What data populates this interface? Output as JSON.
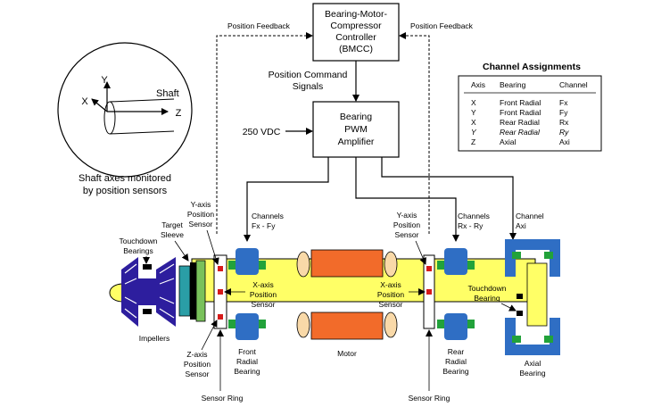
{
  "controller": {
    "lines": [
      "Bearing-Motor-",
      "Compressor",
      "Controller",
      "(BMCC)"
    ]
  },
  "amplifier": {
    "lines": [
      "Bearing",
      "PWM",
      "Amplifier"
    ]
  },
  "feedback_left": "Position Feedback",
  "feedback_right": "Position Feedback",
  "command_signals": [
    "Position Command",
    "Signals"
  ],
  "vdc": "250 VDC",
  "axes_circle": {
    "y": "Y",
    "x": "X",
    "z": "Z",
    "shaft": "Shaft",
    "caption": [
      "Shaft axes monitored",
      "by position sensors"
    ]
  },
  "channel_table": {
    "title": "Channel Assignments",
    "headers": [
      "Axis",
      "Bearing",
      "Channel"
    ],
    "rows": [
      [
        "X",
        "Front Radial",
        "Fx"
      ],
      [
        "Y",
        "Front Radial",
        "Fy"
      ],
      [
        "X",
        "Rear Radial",
        "Rx"
      ],
      [
        "Y",
        "Rear Radial",
        "Ry"
      ],
      [
        "Z",
        "Axial",
        "Axi"
      ]
    ]
  },
  "labels": {
    "channels_f": [
      "Channels",
      "Fx - Fy"
    ],
    "channels_r": [
      "Channels",
      "Rx - Ry"
    ],
    "channel_axi": [
      "Channel",
      "Axi"
    ],
    "y_sensor_left": [
      "Y-axis",
      "Position",
      "Sensor"
    ],
    "y_sensor_right": [
      "Y-axis",
      "Position",
      "Sensor"
    ],
    "target_sleeve": [
      "Target",
      "Sleeve"
    ],
    "touchdown_left": [
      "Touchdown",
      "Bearings"
    ],
    "touchdown_right": [
      "Touchdown",
      "Bearing"
    ],
    "x_sensor_left": [
      "X-axis",
      "Position",
      "Sensor"
    ],
    "x_sensor_right": [
      "X-axis",
      "Position",
      "Sensor"
    ],
    "impellers": "Impellers",
    "z_sensor": [
      "Z-axis",
      "Position",
      "Sensor"
    ],
    "front_bearing": [
      "Front",
      "Radial",
      "Bearing"
    ],
    "motor": "Motor",
    "rear_bearing": [
      "Rear",
      "Radial",
      "Bearing"
    ],
    "axial_bearing": [
      "Axial",
      "Bearing"
    ],
    "sensor_ring_left": "Sensor Ring",
    "sensor_ring_right": "Sensor Ring"
  },
  "colors": {
    "shaft": "#ffff66",
    "bearing_blue": "#2f6ec4",
    "bearing_green": "#22a23a",
    "motor": "#f26b2a",
    "coil": "#f9d9a8",
    "impeller": "#2d1e9e",
    "sleeve_teal": "#2a9ea6",
    "sleeve_green": "#79c15b",
    "sensor_red": "#d61a1a"
  }
}
